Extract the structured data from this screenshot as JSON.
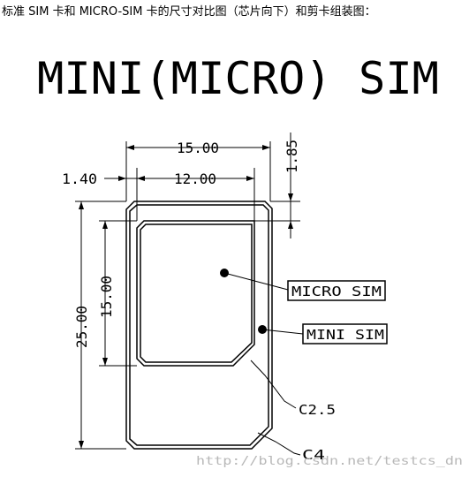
{
  "caption": "标准 SIM 卡和 MICRO-SIM 卡的尺寸对比图（芯片向下）和剪卡组装图：",
  "title": "MINI(MICRO) SIM",
  "dimensions": {
    "width_mini": "15.00",
    "width_micro": "12.00",
    "left_offset": "1.40",
    "top_offset": "1.85",
    "height_micro": "15.00",
    "height_mini": "25.00"
  },
  "labels": {
    "micro_sim": "MICRO SIM",
    "mini_sim": "MINI SIM",
    "chamfer_micro": "C2.5",
    "chamfer_mini": "C4"
  },
  "watermark": "http://blog.csdn.net/testcs_dn"
}
